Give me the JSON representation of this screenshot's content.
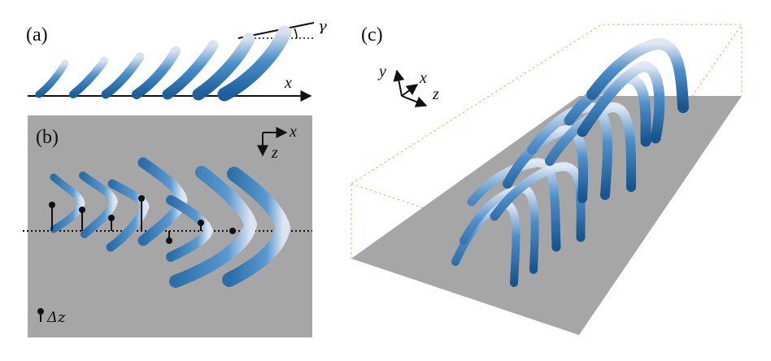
{
  "panels": {
    "a": {
      "label": "(a)",
      "axis_x": "x",
      "angle_symbol": "γ",
      "vortex_count": 7
    },
    "b": {
      "label": "(b)",
      "axis_x": "x",
      "axis_z": "z",
      "legend_label": "Δz",
      "vortex_count": 7,
      "background_color": "#a6a6a6"
    },
    "c": {
      "label": "(c)",
      "axis_x": "x",
      "axis_y": "y",
      "axis_z": "z",
      "vortex_count": 10,
      "floor_color": "#a6a6a6",
      "box_edge_color": "#e8b27a"
    }
  },
  "colors": {
    "tube_dark": "#1a5f9c",
    "tube_mid": "#4a90c9",
    "tube_light": "#d8e2ee",
    "text": "#111111"
  }
}
